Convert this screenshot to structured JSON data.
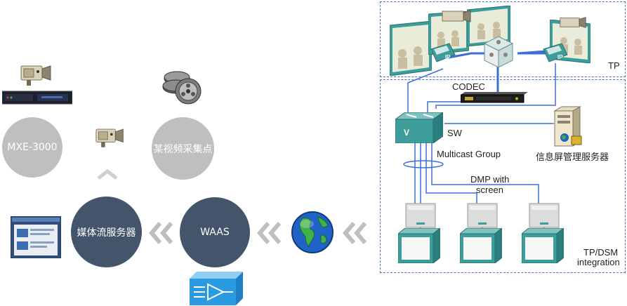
{
  "left": {
    "mxe_label": "MXE-3000",
    "capture_label": "某视频采集点",
    "media_server_label": "媒体流服务器",
    "waas_label": "WAAS"
  },
  "right": {
    "tp_label": "TP",
    "codec_label": "CODEC",
    "sw_label": "SW",
    "multicast_label": "Multicast Group",
    "info_server_label": "信息屏管理服务器",
    "dmp_label_line1": "DMP with",
    "dmp_label_line2": "screen",
    "integration_label_line1": "TP/DSM",
    "integration_label_line2": "integration"
  },
  "icons": {
    "camera": "video-camera-icon",
    "rack": "rack-server-icon",
    "reels": "film-reels-icon",
    "app": "app-window-icon",
    "waas_device": "waas-accelerator-icon",
    "globe": "globe-icon",
    "switch": "layer3-switch-icon",
    "codec": "codec-device-icon",
    "server": "tower-server-icon",
    "display": "display-screen-icon",
    "dmp": "dmp-player-icon",
    "phone": "ip-phone-icon",
    "cube": "multipoint-cube-icon"
  },
  "colors": {
    "grey_circle": "#bfbfbf",
    "dark_circle": "#44546a",
    "link_blue": "#3b6fd8",
    "dashed_border": "#4a73c4",
    "device_teal": "#3d9d9b"
  }
}
